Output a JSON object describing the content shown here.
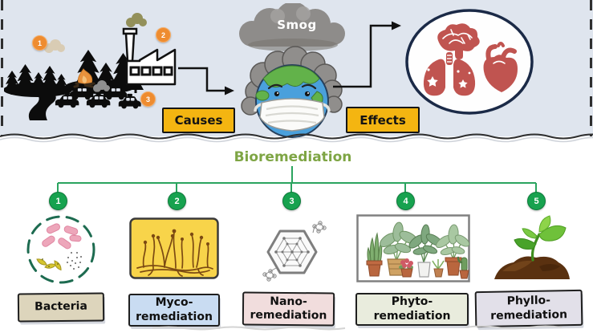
{
  "top_section": {
    "smog_cloud_label": "Smog",
    "causes_button": "Causes",
    "effects_button": "Effects",
    "badge_1": "1",
    "badge_2": "2",
    "badge_3": "3",
    "cause_icons": [
      "forest-fire-icon",
      "factory-icon",
      "traffic-cars-icon"
    ],
    "effect_icons": [
      "brain-icon",
      "lungs-icon",
      "heart-icon"
    ],
    "center_icon": "earth-wearing-mask-icon",
    "colors": {
      "panel_background": "#dfe5ee",
      "button_yellow": "#f4b511",
      "badge_orange": "#ee8c30",
      "organ_red": "#c05450",
      "smog_gray": "#8e8c8a"
    }
  },
  "bottom_section": {
    "title": "Bioremediation",
    "title_color": "#7ea544",
    "connector_green": "#2aa45f",
    "node_green": "#17a24f",
    "branches": [
      {
        "number": "1",
        "line1": "Bacteria",
        "label": "Bacteria",
        "box_color": "#ddd5bc",
        "image": "bacteria-dashed-circle-icon"
      },
      {
        "number": "2",
        "line1": "Myco-",
        "line2": "remediation",
        "label": "Myco-remediation",
        "box_color": "#c9dcf2",
        "image": "fungal-hyphae-icon"
      },
      {
        "number": "3",
        "line1": "Nano-",
        "line2": "remediation",
        "label": "Nano-remediation",
        "box_color": "#f1dddd",
        "image": "nano-lattice-icon"
      },
      {
        "number": "4",
        "line1": "Phyto-",
        "line2": "remediation",
        "label": "Phyto-remediation",
        "box_color": "#e9ecdd",
        "image": "potted-plants-icon"
      },
      {
        "number": "5",
        "line1": "Phyllo-",
        "line2": "remediation",
        "label": "Phyllo-remediation",
        "box_color": "#e2e0e9",
        "image": "seedling-icon"
      }
    ]
  }
}
